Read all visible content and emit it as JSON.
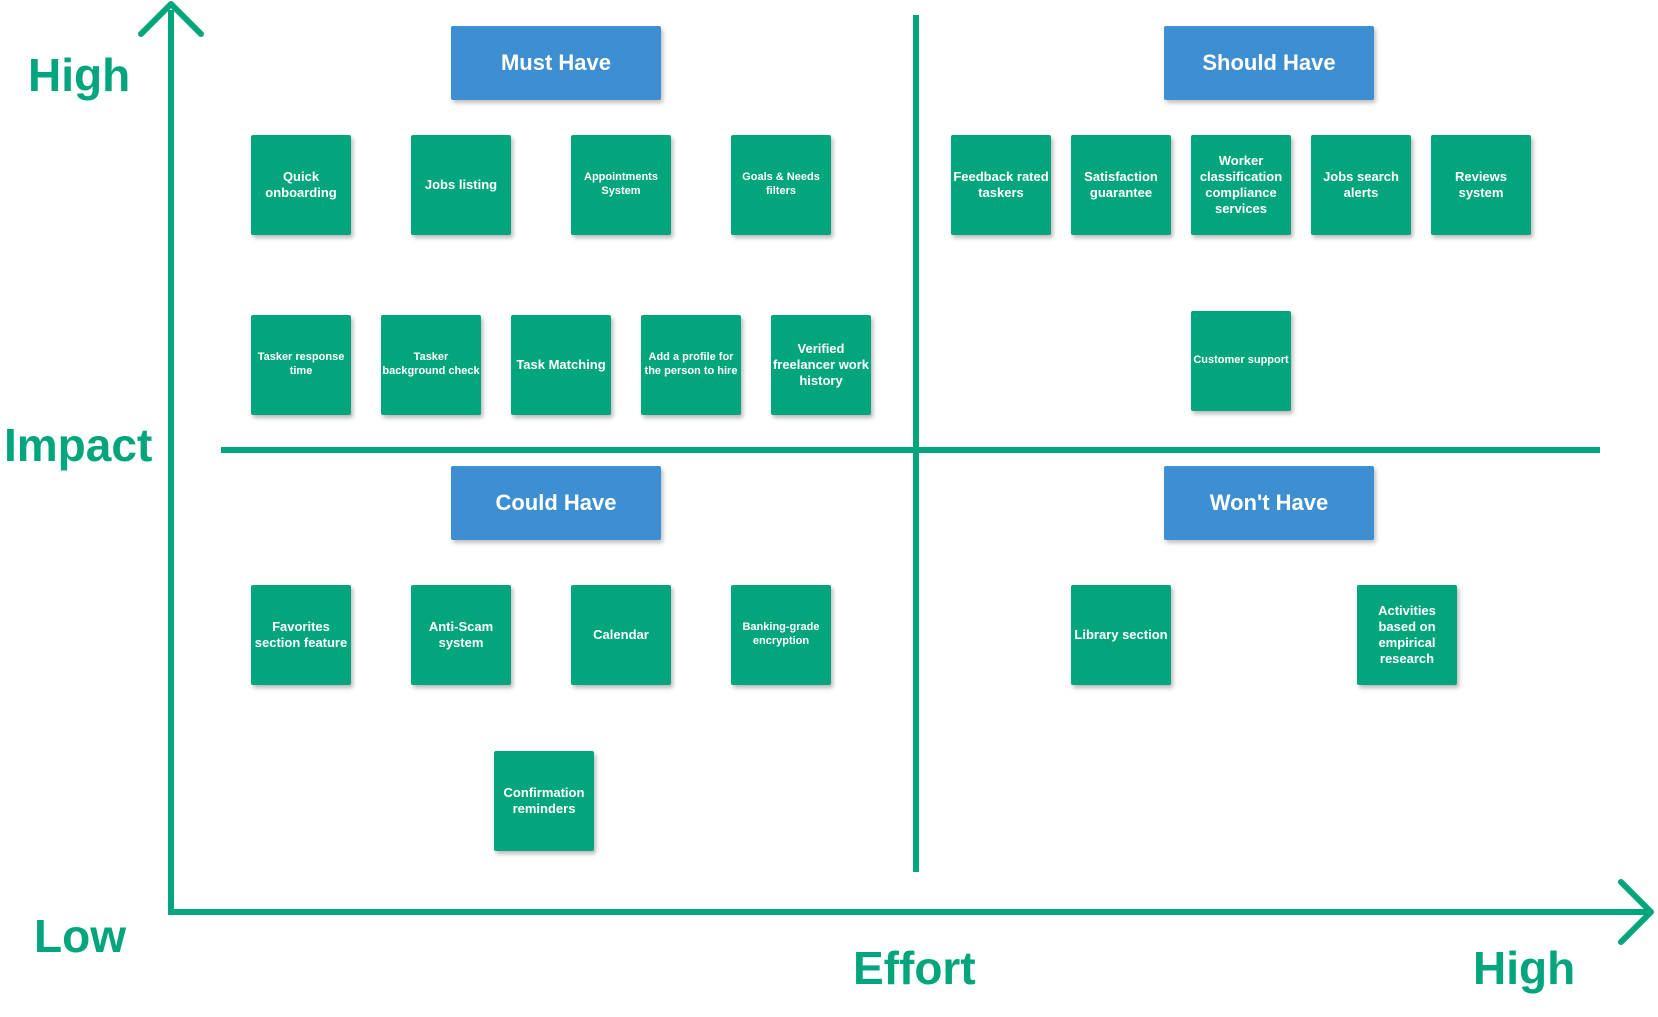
{
  "axes": {
    "y_high": "High",
    "y_title": "Impact",
    "y_low": "Low",
    "x_title": "Effort",
    "x_high": "High"
  },
  "colors": {
    "axis": "#03a57c",
    "header": "#3d8fd1",
    "sticky": "#03a57c"
  },
  "quadrants": {
    "must_have": {
      "title": "Must Have",
      "items": [
        "Quick onboarding",
        "Jobs listing",
        "Appointments System",
        "Goals & Needs filters",
        "Tasker response time",
        "Tasker background check",
        "Task Matching",
        "Add a profile for the person to hire",
        "Verified freelancer work history"
      ]
    },
    "should_have": {
      "title": "Should Have",
      "items": [
        "Feedback rated taskers",
        "Satisfaction guarantee",
        "Worker classification compliance services",
        "Jobs search alerts",
        "Reviews system",
        "Customer support"
      ]
    },
    "could_have": {
      "title": "Could Have",
      "items": [
        "Favorites section feature",
        "Anti-Scam system",
        "Calendar",
        "Banking-grade encryption",
        "Confirmation reminders"
      ]
    },
    "wont_have": {
      "title": "Won't Have",
      "items": [
        "Library section",
        "Activities based on empirical research"
      ]
    }
  }
}
